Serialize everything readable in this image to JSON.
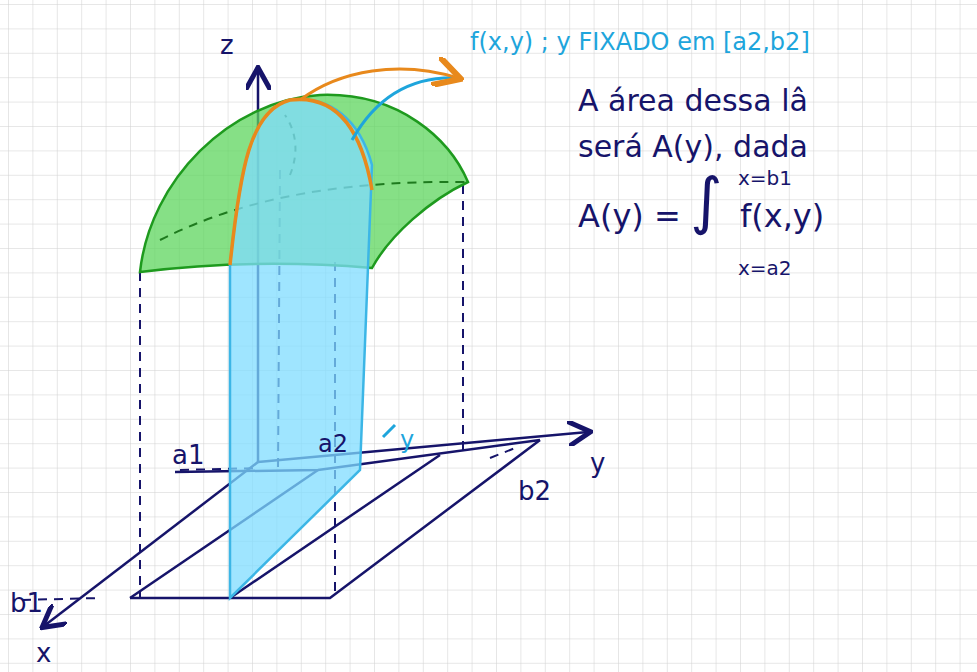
{
  "diagram": {
    "labels": [
      "z",
      "f(x,y) ; y FIXADO em [a2,b2]",
      "A área dessa lâ",
      "será A(y), dada",
      "x=b1",
      "A(y) =",
      "∫",
      "f(x,y)",
      "x=a2",
      "a1",
      "a2",
      "y",
      "b2",
      "y",
      "b1",
      "x"
    ]
  }
}
